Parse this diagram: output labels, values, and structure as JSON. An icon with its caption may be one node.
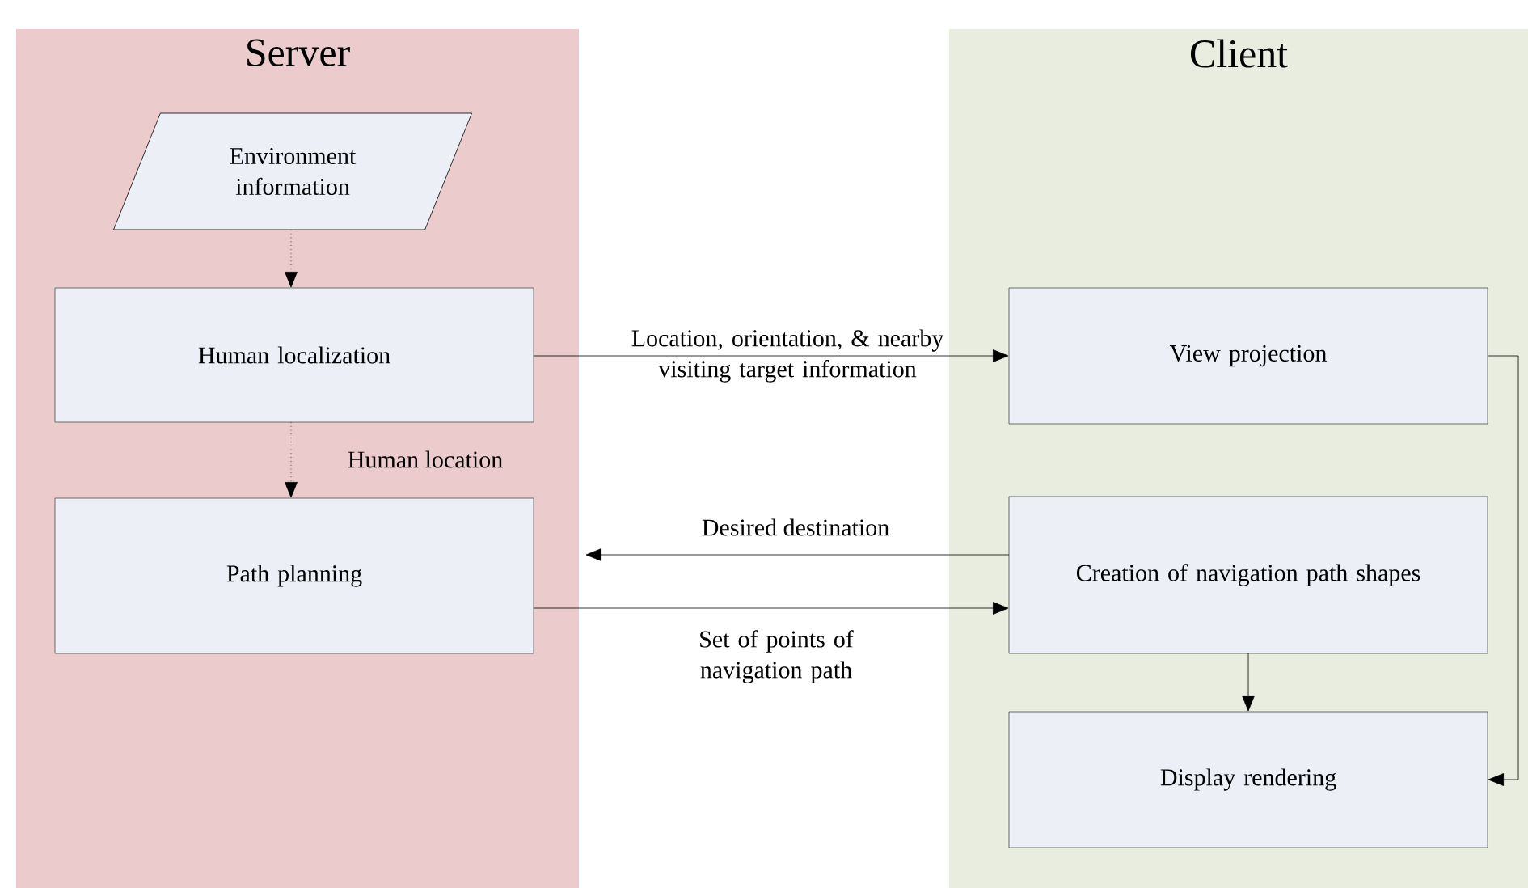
{
  "diagram": {
    "nodes": [
      {
        "text": [
          "Server"
        ]
      },
      {
        "text": [
          "Client"
        ]
      },
      {
        "text": [
          "Environment information"
        ],
        "in": 0
      },
      {
        "text": [
          "Human localization"
        ],
        "in": 0
      },
      {
        "text": [
          "Path planning"
        ],
        "in": 0
      },
      {
        "text": [
          "View projection"
        ],
        "in": 1
      },
      {
        "text": [
          "Creation of navigation path shapes"
        ],
        "in": 1
      },
      {
        "text": [
          "Display rendering"
        ],
        "in": 1
      }
    ],
    "edges": [
      {
        "from": 2,
        "to": 3,
        "arrow": "to",
        "style": "dashed"
      },
      {
        "from": 3,
        "to": 4,
        "arrow": "to",
        "style": "dashed",
        "label": "Human location"
      },
      {
        "from": 3,
        "to": 5,
        "arrow": "to",
        "label": "Location, orientation, & nearby visiting target information"
      },
      {
        "from": 6,
        "to": 4,
        "arrow": "to",
        "label": "Desired destination"
      },
      {
        "from": 4,
        "to": 6,
        "arrow": "to",
        "label": "Set of points of navigation path"
      },
      {
        "from": 6,
        "to": 7,
        "arrow": "to"
      },
      {
        "from": 5,
        "to": 7,
        "arrow": "to"
      }
    ]
  }
}
